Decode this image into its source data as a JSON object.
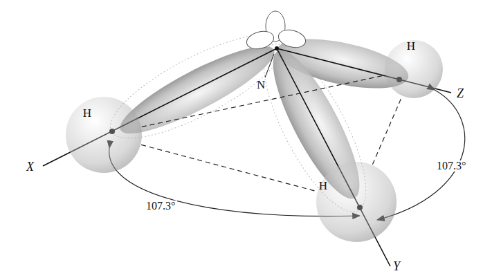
{
  "diagram": {
    "nodes": [
      {
        "text": [
          "H"
        ]
      },
      {
        "text": [
          "H"
        ]
      },
      {
        "text": [
          "H"
        ]
      }
    ],
    "edges": [
      {
        "from": 0,
        "to": 1,
        "arrow": "none"
      },
      {
        "from": 0,
        "to": 2,
        "arrow": "none"
      },
      {
        "from": 2,
        "to": 1,
        "arrow": "none"
      }
    ],
    "labels": [
      "N",
      "X",
      "Y",
      "Z",
      "107.3°",
      "107.3°"
    ]
  }
}
